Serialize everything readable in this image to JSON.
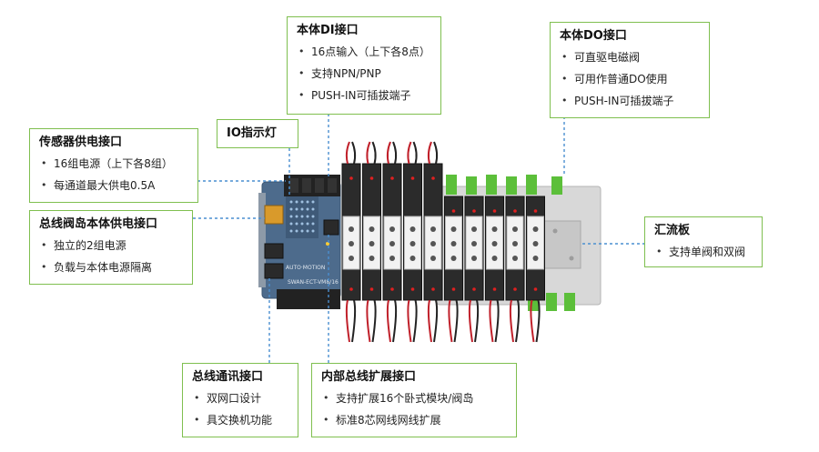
{
  "colors": {
    "box_border": "#7fbf4f",
    "leader": "#4a8fd0",
    "housing_blue": "#4d6b8c",
    "valve_black": "#1f1f1f",
    "connector_green": "#5cbf3a",
    "plate_gray": "#d4d4d4"
  },
  "callouts": {
    "di": {
      "title": "本体DI接口",
      "items": [
        "16点输入（上下各8点）",
        "支持NPN/PNP",
        "PUSH-IN可插拔端子"
      ]
    },
    "do": {
      "title": "本体DO接口",
      "items": [
        "可直驱电磁阀",
        "可用作普通DO使用",
        "PUSH-IN可插拔端子"
      ]
    },
    "io_led": {
      "title": "IO指示灯"
    },
    "sensor_power": {
      "title": "传感器供电接口",
      "items": [
        "16组电源（上下各8组）",
        "每通道最大供电0.5A"
      ]
    },
    "bus_power": {
      "title": "总线阀岛本体供电接口",
      "items": [
        "独立的2组电源",
        "负载与本体电源隔离"
      ]
    },
    "manifold": {
      "title": "汇流板",
      "items": [
        "支持单阀和双阀"
      ]
    },
    "comm": {
      "title": "总线通讯接口",
      "items": [
        "双网口设计",
        "具交换机功能"
      ]
    },
    "expansion": {
      "title": "内部总线扩展接口",
      "items": [
        "支持扩展16个卧式模块/阀岛",
        "标准8芯网线网线扩展"
      ]
    }
  },
  "device": {
    "brand_text": "AUTO·MOTION",
    "model_text": "SWAN-ECT-VM8/16"
  }
}
